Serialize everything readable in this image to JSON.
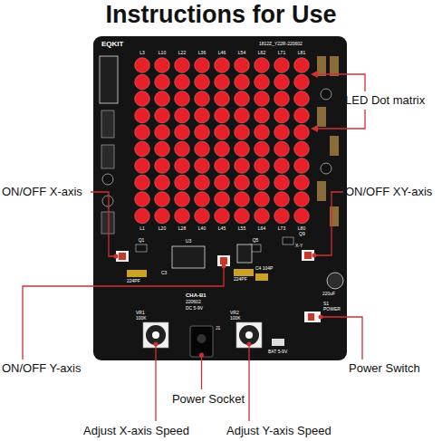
{
  "diagram": {
    "title": "Instructions for Use",
    "labels": [
      "LED Dot matrix",
      "ON/OFF X-axis",
      "ON/OFF XY-axis",
      "ON/OFF Y-axis",
      "Power Switch",
      "Power Socket",
      "Adjust X-axis Speed",
      "Adjust Y-axis Speed",
      "EQKIT",
      "1812Z_Y22R-220602",
      "L3",
      "L10",
      "L22",
      "L36",
      "L46",
      "L54",
      "L62",
      "L71",
      "L81",
      "L1",
      "L20",
      "L28",
      "L40",
      "L45",
      "L55",
      "L64",
      "L73",
      "L80",
      "Q1",
      "Q5",
      "Q9",
      "U3",
      "X-Y",
      "C3",
      "224PF",
      "224PF",
      "C4 104P",
      "220uF",
      "CHA-B1",
      "220602",
      "DC 5-9V",
      "VR1",
      "100K",
      "VR2",
      "100K",
      "S1",
      "POWER",
      "BAT 5-9V",
      "J1"
    ]
  }
}
